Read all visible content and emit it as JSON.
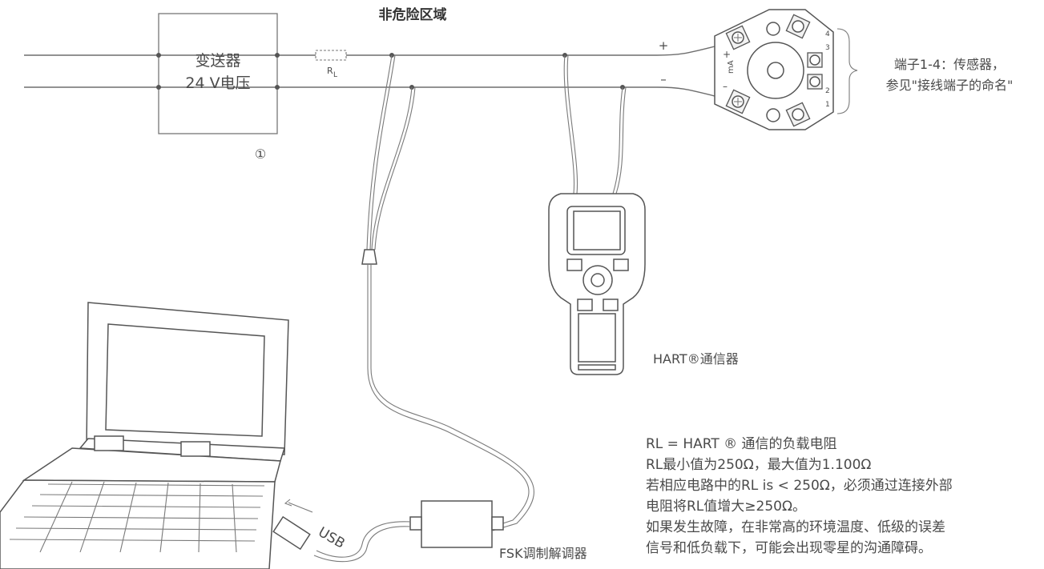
{
  "title": "非危险区域",
  "transmitter": {
    "line1": "变送器",
    "line2": "24 V电压",
    "marker": "①"
  },
  "resistor_label": "R",
  "resistor_sub": "L",
  "plus_sign": "+",
  "minus_sign": "–",
  "sensor_note": {
    "line1": "端子1-4：传感器，",
    "line2": "参见\"接线端子的命名\""
  },
  "hart_communicator": "HART®通信器",
  "fsk_modem": "FSK调制解调器",
  "usb_label": "USB",
  "notes": [
    "RL = HART ® 通信的负载电阻",
    "RL最小值为250Ω，最大值为1.100Ω",
    "若相应电路中的RL is < 250Ω，必须通过连接外部",
    "电阻将RL值增大≥250Ω。",
    "如果发生故障，在非常高的环境温度、低级的误差",
    "信号和低负载下，可能会出现零星的沟通障碍。"
  ],
  "terminal_head": {
    "plus": "+",
    "minus": "–",
    "ma": "mA",
    "numbers": [
      "1",
      "2",
      "3",
      "4"
    ]
  }
}
